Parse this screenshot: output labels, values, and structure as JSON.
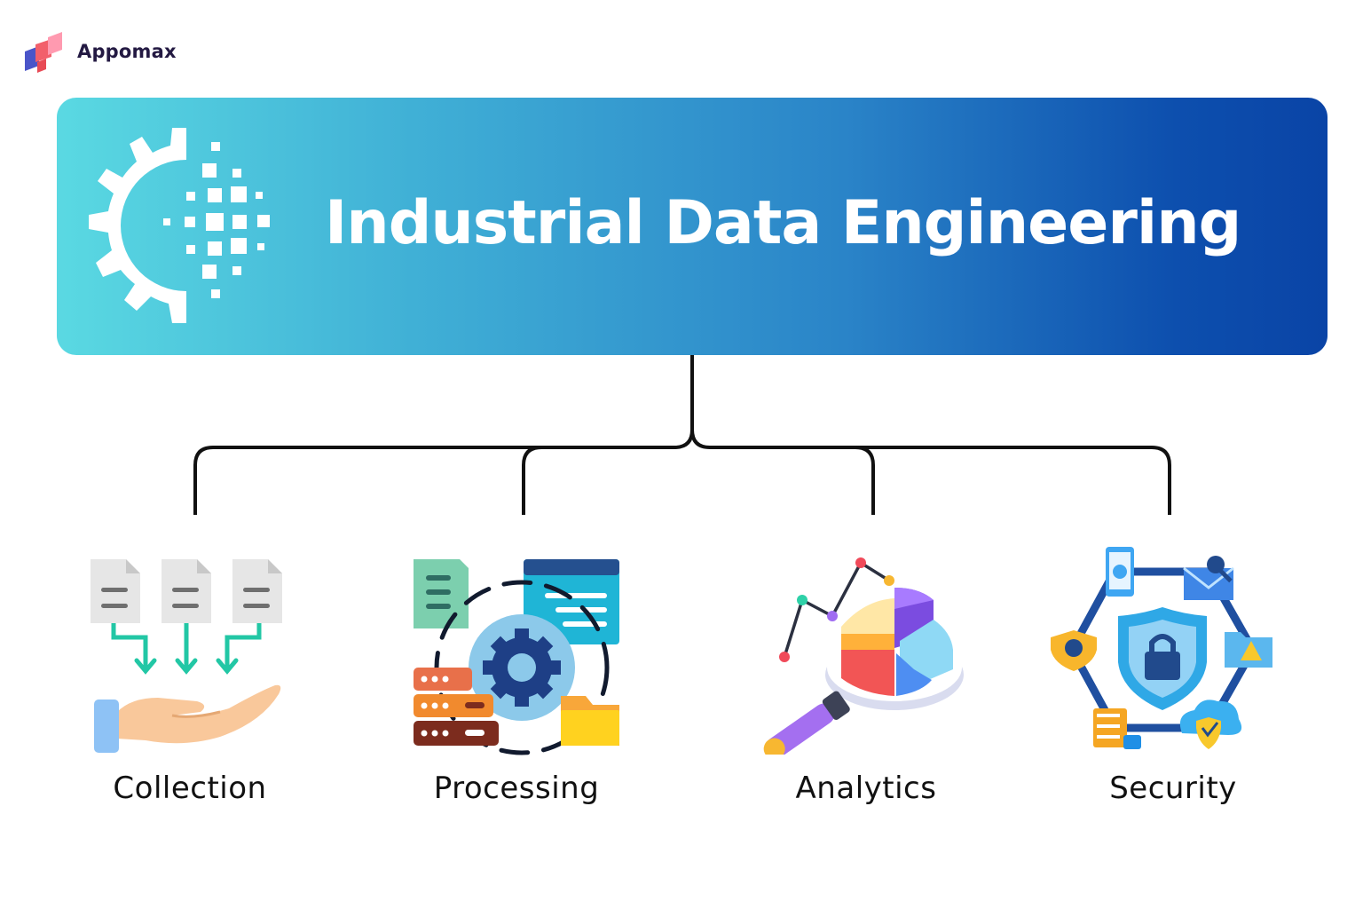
{
  "brand": {
    "name": "Appomax",
    "icon": "appomax-logo-icon"
  },
  "banner": {
    "title": "Industrial Data Engineering",
    "icon": "gear-data-icon",
    "gradient": [
      "#5ad9e2",
      "#0a44a6"
    ]
  },
  "nodes": [
    {
      "label": "Collection",
      "icon": "data-collection-icon"
    },
    {
      "label": "Processing",
      "icon": "data-processing-icon"
    },
    {
      "label": "Analytics",
      "icon": "analytics-icon"
    },
    {
      "label": "Security",
      "icon": "security-shield-icon"
    }
  ],
  "colors": {
    "connector": "#111111",
    "label_text": "#111111",
    "brand_text": "#231942"
  }
}
